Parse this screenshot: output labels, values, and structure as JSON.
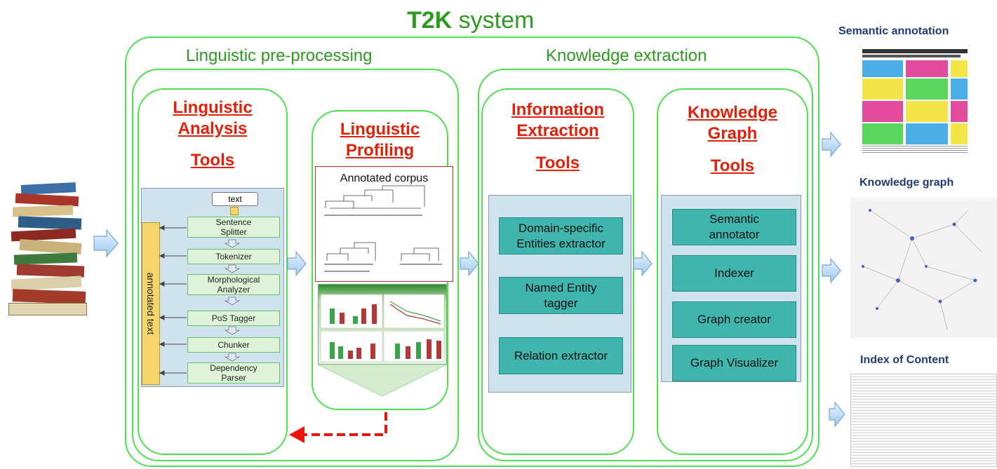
{
  "title": {
    "bold": "T2K",
    "rest": " system"
  },
  "sections": {
    "preprocessing": "Linguistic  pre-processing",
    "extraction": "Knowledge  extraction"
  },
  "boxes": {
    "analysis": {
      "title1": "Linguistic",
      "title2": "Analysis",
      "tools": "Tools"
    },
    "profiling": {
      "title1": "Linguistic",
      "title2": "Profiling"
    },
    "information": {
      "title1": "Information",
      "title2": "Extraction",
      "tools": "Tools"
    },
    "knowledge": {
      "title1": "Knowledge",
      "title2": "Graph",
      "tools": "Tools"
    }
  },
  "pipeline": {
    "input": "text",
    "side_label": "annotated text",
    "steps": [
      "Sentence Splitter",
      "Tokenizer",
      "Morphological Analyzer",
      "PoS Tagger",
      "Chunker",
      "Dependency Parser"
    ]
  },
  "corpus": {
    "title": "Annotated corpus"
  },
  "ie_tools": [
    "Domain-specific Entities  extractor",
    "Named  Entity tagger",
    "Relation  extractor"
  ],
  "kg_tools": [
    "Semantic annotator",
    "Indexer",
    "Graph creator",
    "Graph Visualizer"
  ],
  "outputs": [
    "Semantic annotation",
    "Knowledge graph",
    "Index of Content"
  ],
  "colors": {
    "frame": "#4fe04f",
    "title": "#2e9a22",
    "tool_title": "#e0220a",
    "tool_box": "#3fb5ad",
    "output_title": "#1f3b78"
  }
}
